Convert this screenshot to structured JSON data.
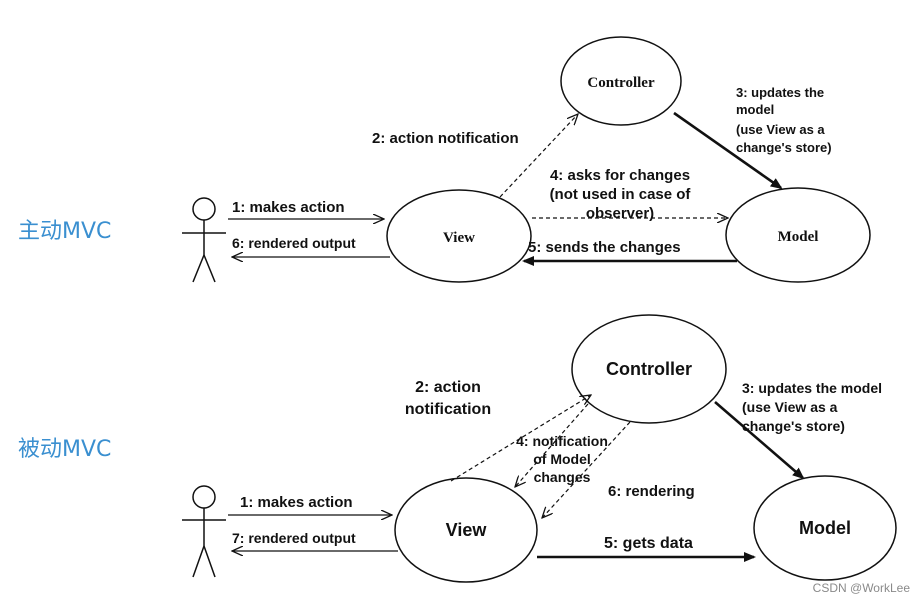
{
  "colors": {
    "line": "#111111",
    "side_label": "#3a8fd0",
    "watermark": "#8a8a8a"
  },
  "icons": [
    "stick-figure-actor",
    "stick-figure-actor"
  ],
  "active": {
    "side_label": "主动MVC",
    "nodes": {
      "controller": "Controller",
      "view": "View",
      "model": "Model"
    },
    "edges": {
      "makes_action": "1: makes action",
      "action_notification": "2: action notification",
      "updates_1": "3: updates the",
      "updates_2": "model",
      "updates_3": "(use View as a",
      "updates_4": "change's store)",
      "asks_1": "4: asks for changes",
      "asks_2": "(not used in case of",
      "asks_3": "observer)",
      "sends_changes": "5: sends the changes",
      "rendered_output": "6: rendered output"
    }
  },
  "passive": {
    "side_label": "被动MVC",
    "nodes": {
      "controller": "Controller",
      "view": "View",
      "model": "Model"
    },
    "edges": {
      "makes_action": "1: makes action",
      "action_1": "2: action",
      "action_2": "notification",
      "updates_1": "3: updates the model",
      "updates_2": "(use View as a",
      "updates_3": "change's store)",
      "notif_1": "4: notification",
      "notif_2": "of Model",
      "notif_3": "changes",
      "gets_data": "5: gets data",
      "rendering": "6: rendering",
      "rendered_output": "7: rendered output"
    }
  },
  "watermark": "CSDN @WorkLee"
}
